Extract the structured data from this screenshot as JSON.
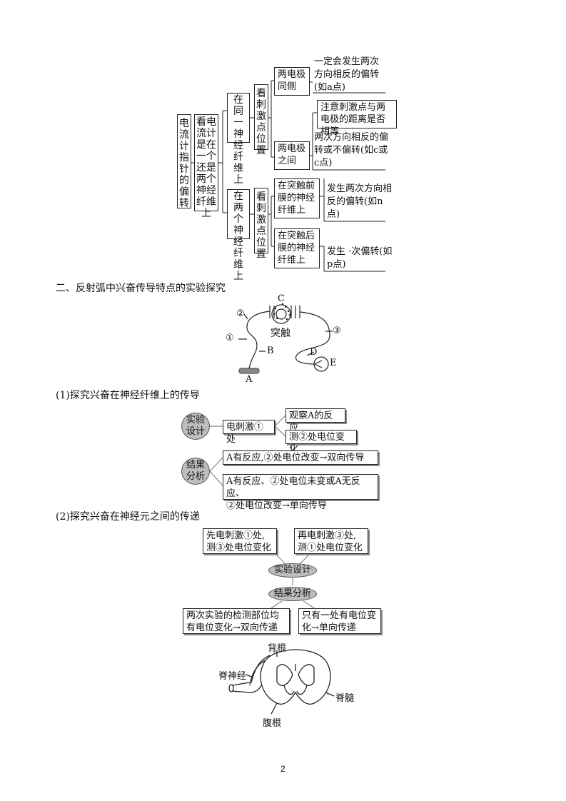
{
  "tree": {
    "root": "电流计指针的偏转",
    "question": "看电流计是在一个还是两个神经纤维上",
    "same_fiber": "在同一神经纤维上",
    "two_fibers": "在两个神经纤维上",
    "stim_pos_1": "看刺激点位置",
    "stim_pos_2": "看刺激点位置",
    "two_sides": "两电极同侧",
    "two_sides_result": "一定会发生两次方向相反的偏转(如a点)",
    "between": "两电极之间",
    "between_note": "注意刺激点与两电极的距离是否相等",
    "between_result": "两次方向相反的偏转或不偏转(如c或c点)",
    "pre_synaptic": "在突触前膜的神经纤维上",
    "pre_result": "发生两次方向相反的偏转(如n点)",
    "post_synaptic": "在突触后膜的神经纤维上",
    "post_result": "发生 ·次偏转(如p点)"
  },
  "section2_title": "二、反射弧中兴奋传导特点的实验探究",
  "reflex_diagram": {
    "label_c": "C",
    "label_synapse": "突触",
    "label_1": "①",
    "label_2": "②",
    "label_3": "③",
    "label_a": "A",
    "label_b": "B",
    "label_d": "D",
    "label_e": "E"
  },
  "part1": {
    "title": "(1)探究兴奋在神经纤维上的传导",
    "design_oval": "实验设计",
    "stim": "电刺激①处",
    "observe": "观察A的反应",
    "measure": "测②处电位变化",
    "analysis_oval": "结果分析",
    "result1": "A有反应,②处电位改变→双向传导",
    "result2a": "A有反应、②处电位未变或A无反应、",
    "result2b": "②处电位改变→单向传导"
  },
  "part2": {
    "title": "(2)探究兴奋在神经元之间的传递",
    "left_design_a": "先电刺激①处,",
    "left_design_b": "测③处电位变化",
    "right_design_a": "再电刺激③处,",
    "right_design_b": "测①处电位变化",
    "design_oval": "实验设计",
    "analysis_oval": "结果分析",
    "left_result_a": "两次实验的检测部位均",
    "left_result_b": "有电位变化→双向传递",
    "right_result_a": "只有一处有电位变",
    "right_result_b": "化→单向传递"
  },
  "spinal": {
    "dorsal_root": "背根",
    "spinal_nerve": "脊神经",
    "spinal_cord": "脊髓",
    "ventral_root": "腹根"
  },
  "page_number": "2"
}
